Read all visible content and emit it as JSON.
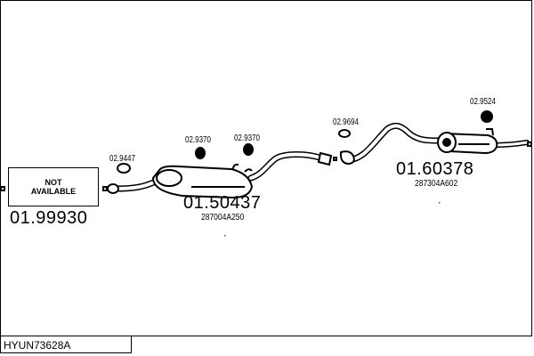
{
  "diagram": {
    "reference": "HYUN73628A",
    "not_available": {
      "line1": "NOT",
      "line2": "AVAILABLE"
    },
    "parts": [
      {
        "number": "01.99930",
        "oe": ""
      },
      {
        "number": "01.50437",
        "oe": "287004A250"
      },
      {
        "number": "01.60378",
        "oe": "287304A602"
      }
    ],
    "accessories": [
      "02.9447",
      "02.9370",
      "02.9370",
      "02.9694",
      "02.9524"
    ]
  }
}
